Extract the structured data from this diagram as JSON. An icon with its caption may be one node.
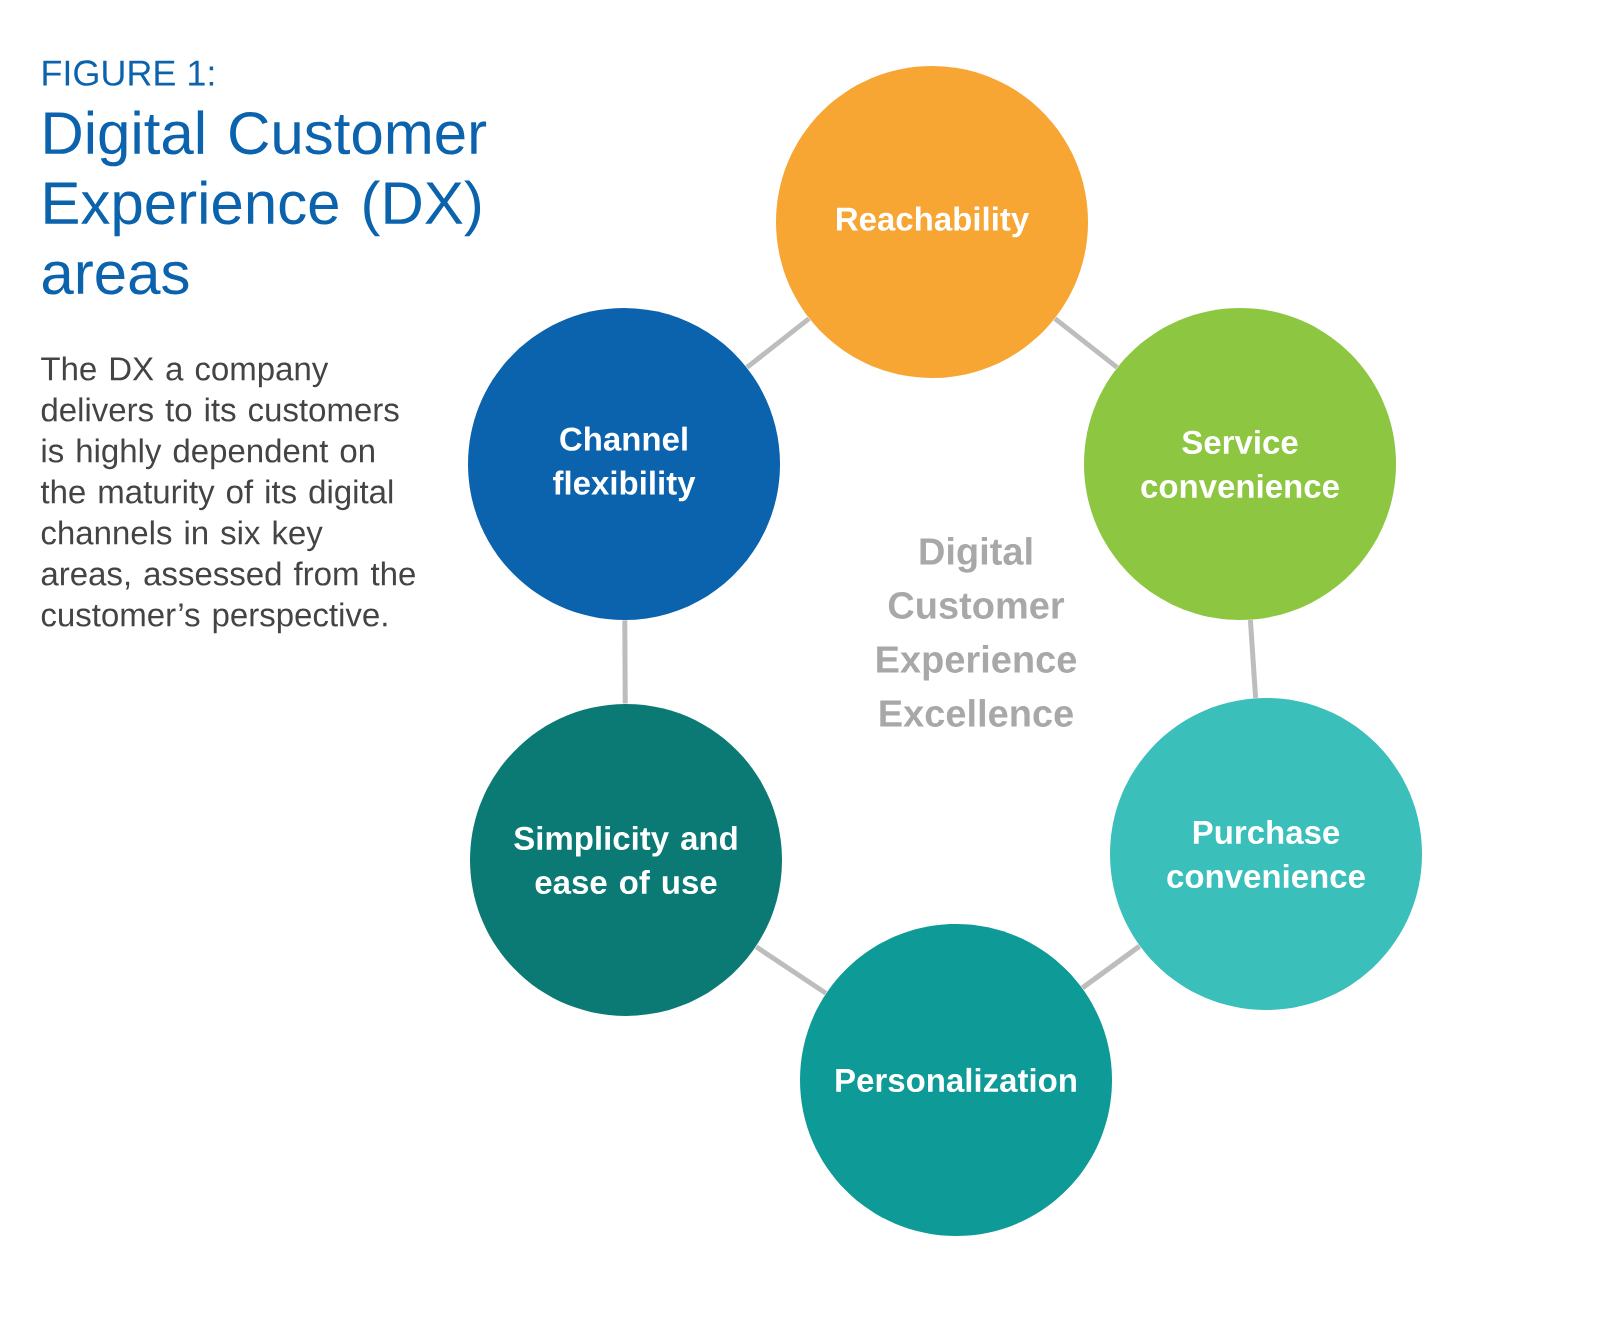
{
  "diagram": {
    "title": "Digital Customer Experience (DX) areas",
    "caption": "The DX a company delivers to its customers is highly dependent on the maturity of its digital channels in six key areas, assessed from the customer’s perspective.",
    "nodes": [
      {
        "text": [
          "Reachability"
        ]
      },
      {
        "text": [
          "Service convenience"
        ]
      },
      {
        "text": [
          "Purchase convenience"
        ]
      },
      {
        "text": [
          "Personalization"
        ]
      },
      {
        "text": [
          "Simplicity and ease of use"
        ]
      },
      {
        "text": [
          "Channel flexibility"
        ]
      }
    ],
    "edges": [
      {
        "from": 0,
        "to": 1,
        "arrow": "none"
      },
      {
        "from": 1,
        "to": 2,
        "arrow": "none"
      },
      {
        "from": 2,
        "to": 3,
        "arrow": "none"
      },
      {
        "from": 3,
        "to": 4,
        "arrow": "none"
      },
      {
        "from": 4,
        "to": 5,
        "arrow": "none"
      },
      {
        "from": 5,
        "to": 0,
        "arrow": "none"
      }
    ],
    "labels": [
      "FIGURE 1:",
      "Digital Customer Experience Excellence"
    ]
  }
}
